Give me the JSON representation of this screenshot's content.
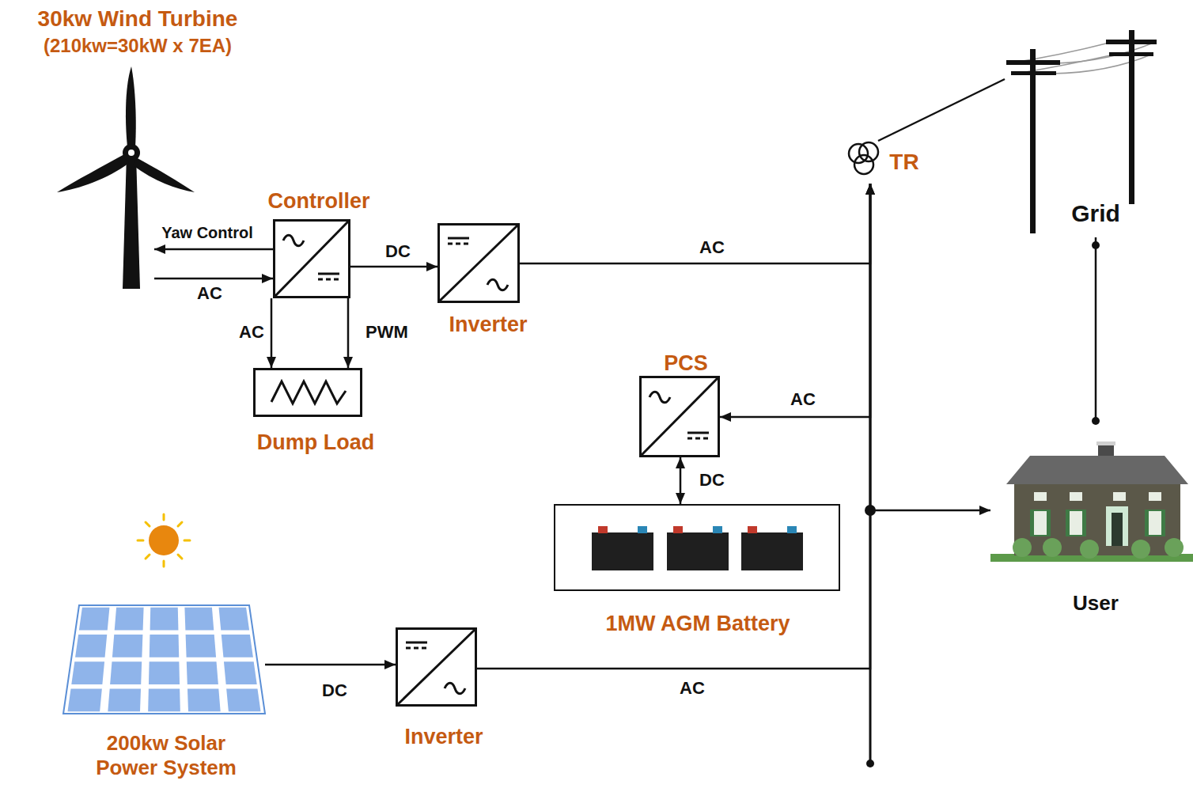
{
  "diagram": {
    "nodes": [
      {
        "text": [
          "30kw Wind Turbine",
          "(210kw=30kW x 7EA)"
        ]
      },
      {
        "text": [
          "Controller"
        ]
      },
      {
        "text": [
          "Inverter"
        ]
      },
      {
        "text": [
          "Dump Load"
        ]
      },
      {
        "text": [
          "PCS"
        ]
      },
      {
        "text": [
          "1MW AGM Battery"
        ]
      },
      {
        "text": [
          "200kw Solar Power System"
        ]
      },
      {
        "text": [
          "Inverter"
        ]
      },
      {
        "text": [
          "TR"
        ]
      },
      {
        "text": [
          "Grid"
        ]
      },
      {
        "text": [
          "User"
        ]
      }
    ],
    "edges": [
      {
        "from": 0,
        "to": 1,
        "label": "AC",
        "arrow": "to"
      },
      {
        "from": 1,
        "to": 0,
        "label": "Yaw Control",
        "arrow": "to"
      },
      {
        "from": 1,
        "to": 2,
        "label": "DC",
        "arrow": "to"
      },
      {
        "from": 1,
        "to": 3,
        "label": "AC",
        "arrow": "to"
      },
      {
        "from": 1,
        "to": 3,
        "label": "PWM",
        "arrow": "to"
      },
      {
        "from": 2,
        "to": 8,
        "label": "AC",
        "arrow": "to"
      },
      {
        "from": 4,
        "to": 8,
        "label": "AC",
        "arrow": "both"
      },
      {
        "from": 4,
        "to": 5,
        "label": "DC",
        "arrow": "both"
      },
      {
        "from": 7,
        "to": 8,
        "label": "AC",
        "arrow": "to"
      },
      {
        "from": 6,
        "to": 7,
        "label": "DC",
        "arrow": "to"
      },
      {
        "from": 8,
        "to": 10,
        "arrow": "to"
      },
      {
        "from": 8,
        "to": 9,
        "arrow": "none"
      },
      {
        "from": 9,
        "to": 10,
        "arrow": "none"
      }
    ]
  }
}
